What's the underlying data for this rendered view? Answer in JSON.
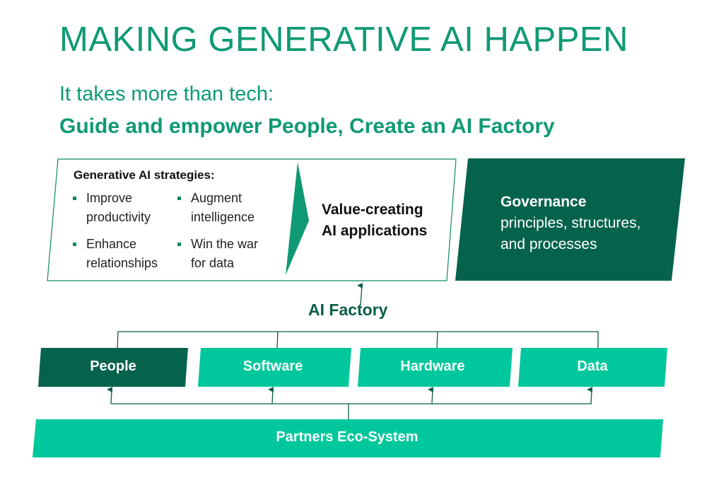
{
  "header": {
    "title": "MAKING GENERATIVE AI HAPPEN",
    "subtitle": "It takes more than tech:",
    "tagline": "Guide and empower People, Create an AI Factory"
  },
  "strategies": {
    "heading": "Generative AI strategies:",
    "items": [
      {
        "line1": "Improve",
        "line2": "productivity"
      },
      {
        "line1": "Augment",
        "line2": "intelligence"
      },
      {
        "line1": "Enhance",
        "line2": "relationships"
      },
      {
        "line1": "Win the war",
        "line2": "for data"
      }
    ]
  },
  "value": {
    "line1": "Value-creating",
    "line2": "AI applications"
  },
  "governance": {
    "title": "Governance",
    "line1": "principles, structures,",
    "line2": "and processes"
  },
  "factory": {
    "label": "AI Factory"
  },
  "pillars": [
    "People",
    "Software",
    "Hardware",
    "Data"
  ],
  "partners": {
    "label": "Partners Eco-System"
  },
  "colors": {
    "title_green": "#0f9a74",
    "dark_green": "#05634c",
    "light_green": "#00c89c",
    "connector": "#0a5e48"
  }
}
